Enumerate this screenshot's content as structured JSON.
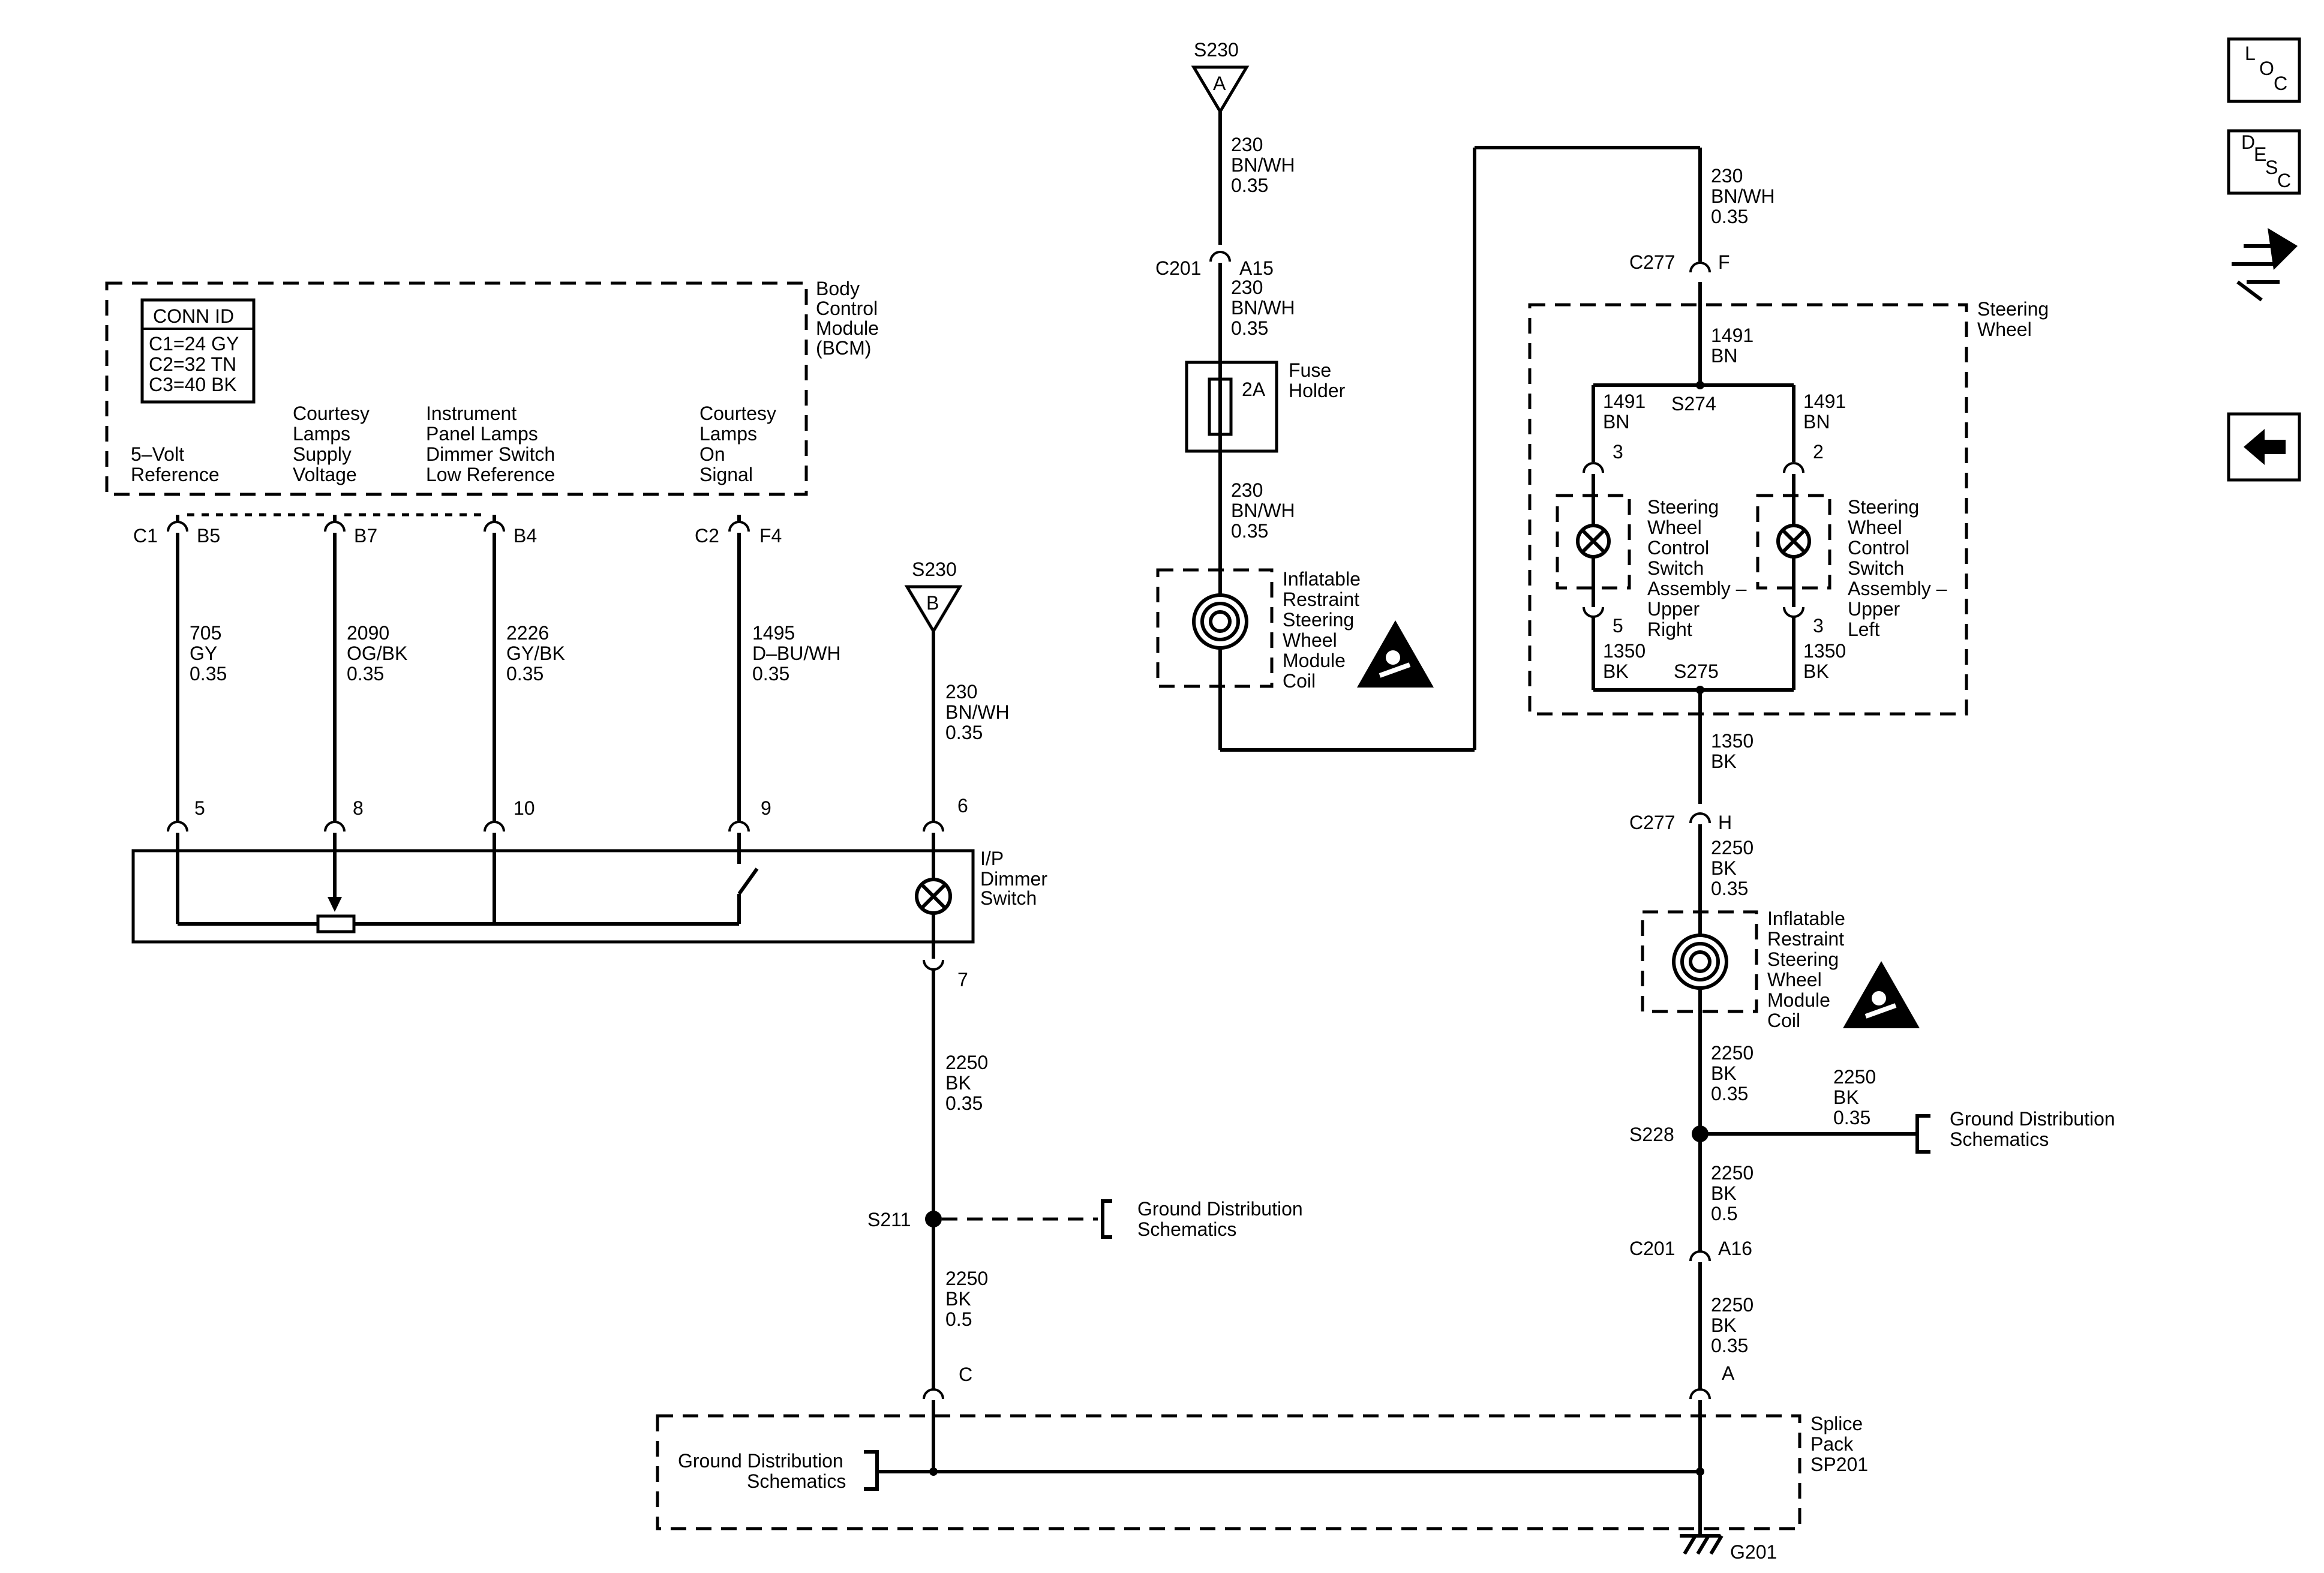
{
  "nav": {
    "loc": {
      "l": "L",
      "o": "O",
      "c": "C"
    },
    "desc": {
      "d": "D",
      "e": "E",
      "s": "S",
      "c": "C"
    }
  },
  "bcm": {
    "name": [
      "Body",
      "Control",
      "Module",
      "(BCM)"
    ],
    "conn_id_title": "CONN ID",
    "conn_id": [
      "C1=24 GY",
      "C2=32 TN",
      "C3=40 BK"
    ],
    "pin_labels": {
      "ref5v": [
        "5–Volt",
        "Reference"
      ],
      "courtesy_supply": [
        "Courtesy",
        "Lamps",
        "Supply",
        "Voltage"
      ],
      "ip_dimmer_low": [
        "Instrument",
        "Panel Lamps",
        "Dimmer Switch",
        "Low Reference"
      ],
      "courtesy_signal": [
        "Courtesy",
        "Lamps",
        "On",
        "Signal"
      ]
    },
    "pins": {
      "c1": "C1",
      "b5": "B5",
      "b7": "B7",
      "b4": "B4",
      "c2": "C2",
      "f4": "F4"
    }
  },
  "wires": {
    "w705": [
      "705",
      "GY",
      "0.35"
    ],
    "w2090": [
      "2090",
      "OG/BK",
      "0.35"
    ],
    "w2226": [
      "2226",
      "GY/BK",
      "0.35"
    ],
    "w1495": [
      "1495",
      "D–BU/WH",
      "0.35"
    ],
    "w230_b": [
      "230",
      "BN/WH",
      "0.35"
    ],
    "w2250_dim": [
      "2250",
      "BK",
      "0.35"
    ],
    "w2250_s211": [
      "2250",
      "BK",
      "0.5"
    ],
    "w230_a_top": [
      "230",
      "BN/WH",
      "0.35"
    ],
    "w230_c201": [
      "230",
      "BN/WH",
      "0.35"
    ],
    "w230_fuse": [
      "230",
      "BN/WH",
      "0.35"
    ],
    "w230_c277": [
      "230",
      "BN/WH",
      "0.35"
    ],
    "w1491_main": [
      "1491",
      "BN"
    ],
    "w1491_left": [
      "1491",
      "BN"
    ],
    "w1491_right": [
      "1491",
      "BN"
    ],
    "w1350_left": [
      "1350",
      "BK"
    ],
    "w1350_right": [
      "1350",
      "BK"
    ],
    "w1350_down": [
      "1350",
      "BK"
    ],
    "w2250_c277h": [
      "2250",
      "BK",
      "0.35"
    ],
    "w2250_coil": [
      "2250",
      "BK",
      "0.35"
    ],
    "w2250_s228": [
      "2250",
      "BK",
      "0.35"
    ],
    "w2250_s228down": [
      "2250",
      "BK",
      "0.5"
    ],
    "w2250_c201a16": [
      "2250",
      "BK",
      "0.35"
    ]
  },
  "dimmer": {
    "name": [
      "I/P",
      "Dimmer",
      "Switch"
    ],
    "pins": {
      "p5": "5",
      "p8": "8",
      "p10": "10",
      "p9": "9",
      "p6": "6",
      "p7": "7"
    }
  },
  "s230": {
    "name": "S230",
    "a": "A",
    "b": "B"
  },
  "s211": "S211",
  "ground_sch_1": [
    "Ground Distribution",
    "Schematics"
  ],
  "ground_sch_2": [
    "Ground Distribution",
    "Schematics"
  ],
  "ground_sch_3": [
    "Ground Distribution",
    "Schematics"
  ],
  "splice_pack": [
    "Splice",
    "Pack",
    "SP201"
  ],
  "splice_pins": {
    "c": "C",
    "a": "A"
  },
  "g201": "G201",
  "c201_top": {
    "name": "C201",
    "pin": "A15"
  },
  "fuse": {
    "name": [
      "Fuse",
      "Holder"
    ],
    "rating": "2A"
  },
  "coil_upper": [
    "Inflatable",
    "Restraint",
    "Steering",
    "Wheel",
    "Module",
    "Coil"
  ],
  "coil_lower": [
    "Inflatable",
    "Restraint",
    "Steering",
    "Wheel",
    "Module",
    "Coil"
  ],
  "c277_f": {
    "name": "C277",
    "pin": "F"
  },
  "c277_h": {
    "name": "C277",
    "pin": "H"
  },
  "steering_wheel": [
    "Steering",
    "Wheel"
  ],
  "s274": "S274",
  "s275": "S275",
  "sw_right": {
    "name": [
      "Steering",
      "Wheel",
      "Control",
      "Switch",
      "Assembly –",
      "Upper",
      "Right"
    ],
    "pin_top": "3",
    "pin_bottom": "5"
  },
  "sw_left": {
    "name": [
      "Steering",
      "Wheel",
      "Control",
      "Switch",
      "Assembly –",
      "Upper",
      "Left"
    ],
    "pin_top": "2",
    "pin_bottom": "3"
  },
  "s228": "S228",
  "c201_bottom": {
    "name": "C201",
    "pin": "A16"
  }
}
